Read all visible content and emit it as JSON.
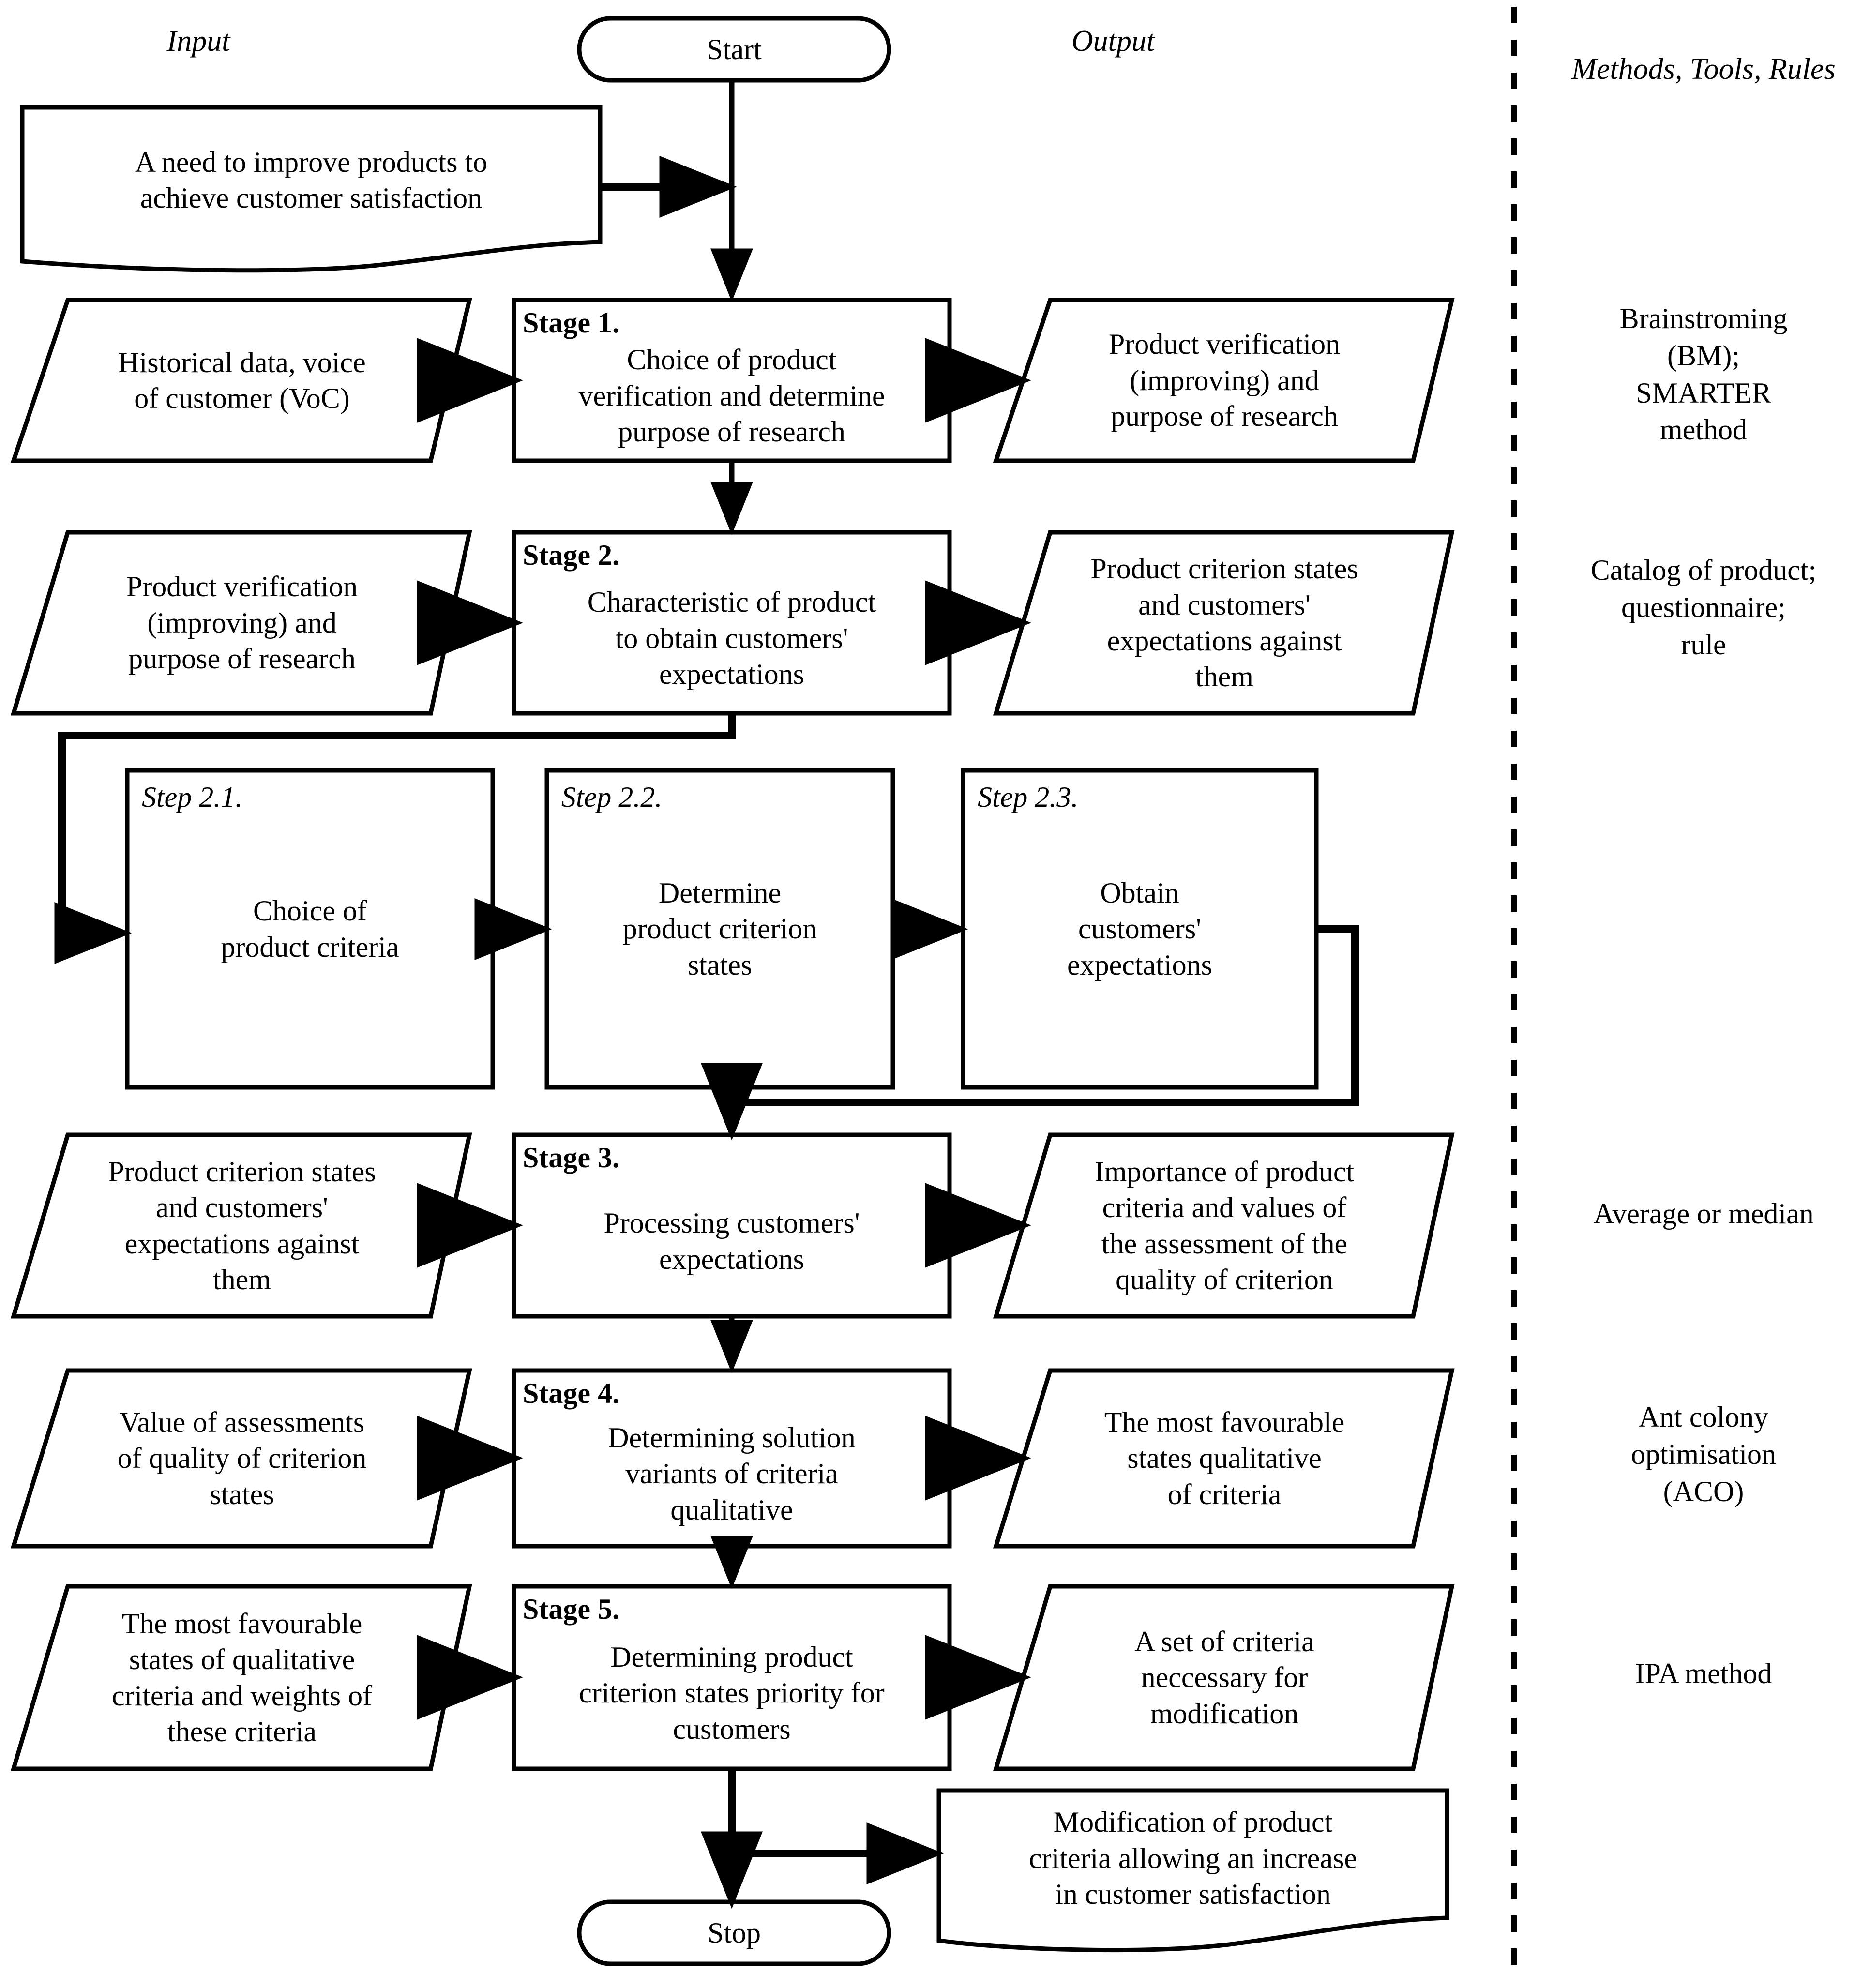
{
  "headers": {
    "input": "Input",
    "output": "Output",
    "methods": "Methods, Tools, Rules"
  },
  "terminators": {
    "start": "Start",
    "stop": "Stop"
  },
  "documents": {
    "need": "A need to improve products to\nachieve customer satisfaction",
    "modification": "Modification of product\ncriteria allowing an increase\nin customer satisfaction"
  },
  "rows": [
    {
      "input": "Historical data, voice\nof customer (VoC)",
      "stage_title": "Stage 1.",
      "stage_body": "Choice of product\nverification and determine\npurpose of research",
      "output": "Product verification\n(improving) and\npurpose of research",
      "method": "Brainstroming\n(BM);\nSMARTER\nmethod"
    },
    {
      "input": "Product verification\n(improving) and\npurpose of research",
      "stage_title": "Stage 2.",
      "stage_body": "Characteristic of product\nto obtain customers'\nexpectations",
      "output": "Product criterion states\nand customers'\nexpectations against\nthem",
      "method": "Catalog of product;\nquestionnaire;\nrule"
    },
    {
      "input": "Product criterion states\nand customers'\nexpectations against\nthem",
      "stage_title": "Stage 3.",
      "stage_body": "Processing customers'\nexpectations",
      "output": "Importance of product\ncriteria and values of\nthe assessment of the\nquality of criterion",
      "method": "Average or median"
    },
    {
      "input": "Value of assessments\nof quality of criterion\nstates",
      "stage_title": "Stage 4.",
      "stage_body": "Determining solution\nvariants of criteria\nqualitative",
      "output": "The most favourable\nstates qualitative\nof criteria",
      "method": "Ant colony\noptimisation\n(ACO)"
    },
    {
      "input": "The most favourable\nstates of qualitative\ncriteria and weights of\nthese criteria",
      "stage_title": "Stage 5.",
      "stage_body": "Determining product\ncriterion states priority for\ncustomers",
      "output": "A set of criteria\nneccessary for\nmodification",
      "method": "IPA method"
    }
  ],
  "substeps": [
    {
      "title": "Step 2.1.",
      "body": "Choice of\nproduct criteria"
    },
    {
      "title": "Step 2.2.",
      "body": "Determine\nproduct criterion\nstates"
    },
    {
      "title": "Step 2.3.",
      "body": "Obtain\ncustomers'\nexpectations"
    }
  ],
  "style": {
    "line_color": "#000000",
    "fill_color": "#ffffff",
    "background": "#ffffff"
  }
}
